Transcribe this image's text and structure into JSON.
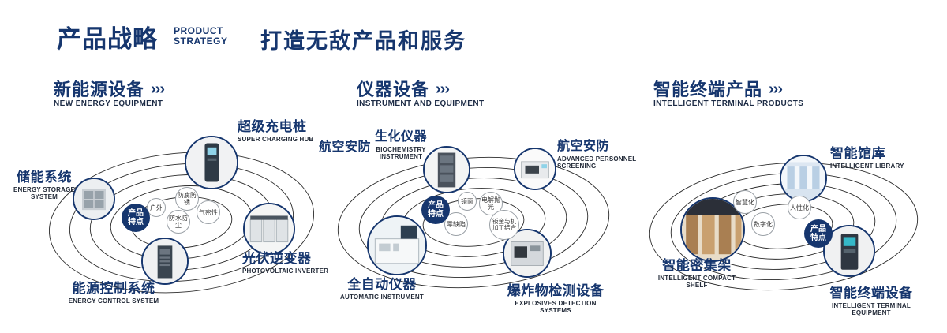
{
  "colors": {
    "navy": "#16366e",
    "ring": "#2a2a2a"
  },
  "decor": {
    "arrows": "›››"
  },
  "header": {
    "title": "产品战略",
    "subtitle_line1": "PRODUCT",
    "subtitle_line2": "STRATEGY",
    "tagline": "打造无敌产品和服务"
  },
  "sections": [
    {
      "title": "新能源设备",
      "subtitle": "NEW ENERGY EQUIPMENT",
      "center_label": "产品特点",
      "tags": [
        "户外",
        "防腐防锈",
        "气密性",
        "防水防尘"
      ],
      "nodes": [
        {
          "zh": "储能系统",
          "en": "ENERGY STORAGE SYSTEM"
        },
        {
          "zh": "超级充电桩",
          "en": "SUPER CHARGING HUB"
        },
        {
          "zh": "光伏逆变器",
          "en": "PHOTOVOLTAIC INVERTER"
        },
        {
          "zh": "能源控制系统",
          "en": "ENERGY CONTROL SYSTEM"
        }
      ]
    },
    {
      "title": "仪器设备",
      "subtitle": "INSTRUMENT AND EQUIPMENT",
      "center_label": "产品特点",
      "extra_label": "航空安防",
      "tags": [
        "镜面",
        "电解抛光",
        "零缺陷",
        "钣金与机加工结合"
      ],
      "nodes": [
        {
          "zh": "生化仪器",
          "en": "BIOCHEMISTRY INSTRUMENT"
        },
        {
          "zh": "航空安防",
          "en": "ADVANCED PERSONNEL SCREENING"
        },
        {
          "zh": "全自动仪器",
          "en": "AUTOMATIC INSTRUMENT"
        },
        {
          "zh": "爆炸物检测设备",
          "en": "EXPLOSIVES DETECTION SYSTEMS"
        }
      ]
    },
    {
      "title": "智能终端产品",
      "subtitle": "INTELLIGENT TERMINAL PRODUCTS",
      "center_label": "产品特点",
      "tags": [
        "智慧化",
        "人性化",
        "数字化"
      ],
      "nodes": [
        {
          "zh": "智能馆库",
          "en": "INTELLIGENT LIBRARY"
        },
        {
          "zh": "智能密集架",
          "en": "INTELLIGENT COMPACT SHELF"
        },
        {
          "zh": "智能终端设备",
          "en": "INTELLIGENT TERMINAL EQUIPMENT"
        }
      ]
    }
  ]
}
